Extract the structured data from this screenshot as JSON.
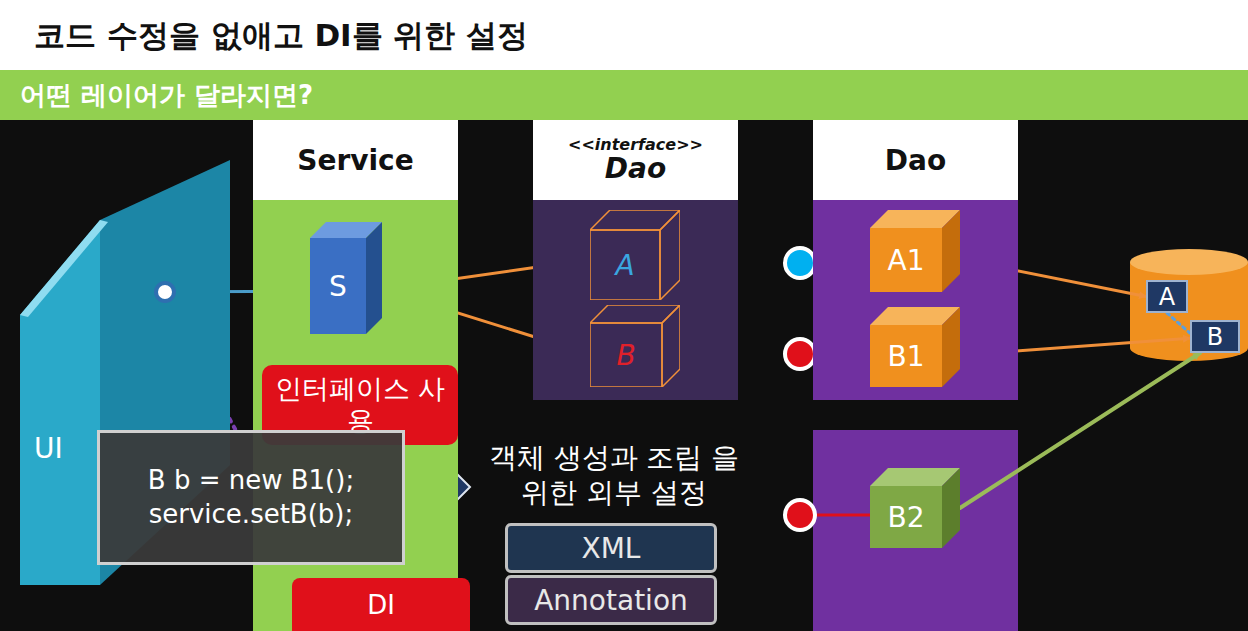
{
  "diagram": {
    "title": "코드 수정을 없애고 DI를 위한 설정",
    "nodes": [
      {
        "text": [
          "어떤 레이어가 달라지면?"
        ]
      },
      {
        "text": [
          "UI"
        ]
      },
      {
        "text": [
          "Service"
        ]
      },
      {
        "text": [
          "S"
        ],
        "in": 2
      },
      {
        "text": [
          "<<interface>>",
          "Dao"
        ]
      },
      {
        "text": [
          "A"
        ],
        "in": 4
      },
      {
        "text": [
          "B"
        ],
        "in": 4
      },
      {
        "text": [
          "Dao"
        ]
      },
      {
        "text": [
          "A1"
        ],
        "in": 7
      },
      {
        "text": [
          "B1"
        ],
        "in": 7
      },
      {
        "text": [
          "B2"
        ]
      },
      {
        "text": [
          "A"
        ]
      },
      {
        "text": [
          "B"
        ]
      },
      {
        "text": [
          "인터페이스 사용"
        ]
      },
      {
        "text": [
          "B b = new B1();",
          "service.setB(b);"
        ]
      },
      {
        "text": [
          "DI"
        ]
      },
      {
        "text": [
          "XML"
        ]
      },
      {
        "text": [
          "Annotation"
        ]
      }
    ],
    "edges": [
      {
        "from": 1,
        "to": 3,
        "arrow": "to"
      },
      {
        "from": 3,
        "to": 5,
        "arrow": "to"
      },
      {
        "from": 3,
        "to": 6,
        "arrow": "to"
      },
      {
        "from": 8,
        "to": 11,
        "arrow": "to"
      },
      {
        "from": 9,
        "to": 12,
        "arrow": "to"
      },
      {
        "from": 10,
        "to": 12,
        "arrow": "to"
      },
      {
        "from": 1,
        "to": 14,
        "arrow": "none"
      },
      {
        "from": 11,
        "to": 12,
        "arrow": "none"
      }
    ],
    "labels": [
      "객체 생성과 조립 을 위한 외부 설정"
    ]
  }
}
